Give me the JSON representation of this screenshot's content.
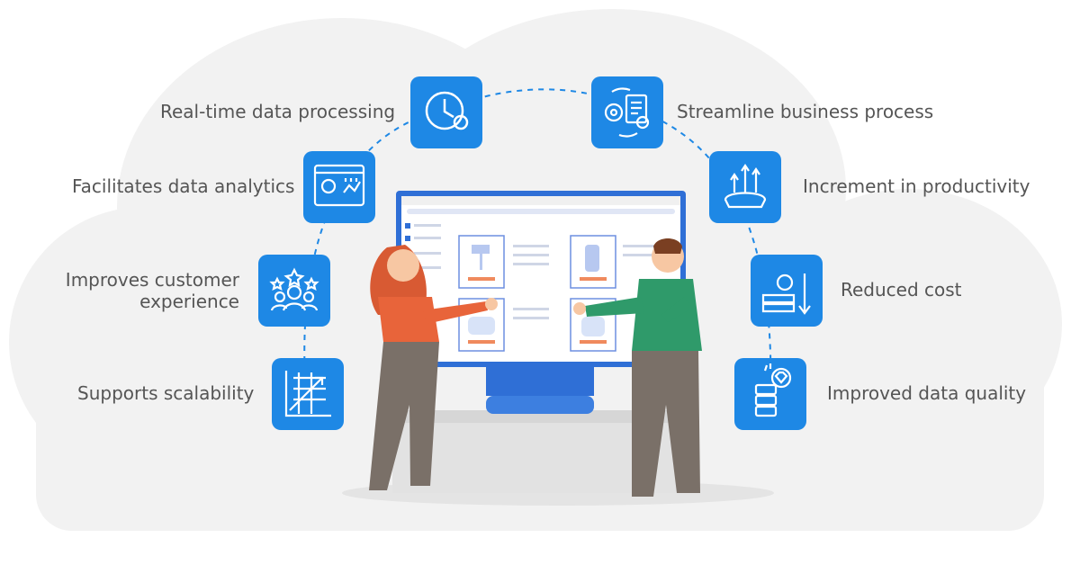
{
  "colors": {
    "accent": "#1e88e5",
    "label_text": "#555555",
    "cloud": "#f2f2f2",
    "dashed_arc": "#1e88e5"
  },
  "features_left": [
    {
      "label": "Real-time data processing",
      "icon": "clock-gear-icon"
    },
    {
      "label": "Facilitates data analytics",
      "icon": "analytics-dashboard-icon"
    },
    {
      "label": "Improves customer experience",
      "line1": "Improves customer",
      "line2": "experience",
      "icon": "customer-stars-icon"
    },
    {
      "label": "Supports scalability",
      "icon": "growth-chart-icon"
    }
  ],
  "features_right": [
    {
      "label": "Streamline business process",
      "icon": "process-gear-document-icon"
    },
    {
      "label": "Increment in productivity",
      "icon": "productivity-arrows-icon"
    },
    {
      "label": "Reduced cost",
      "icon": "cost-down-icon"
    },
    {
      "label": "Improved data quality",
      "icon": "data-quality-server-icon"
    }
  ]
}
